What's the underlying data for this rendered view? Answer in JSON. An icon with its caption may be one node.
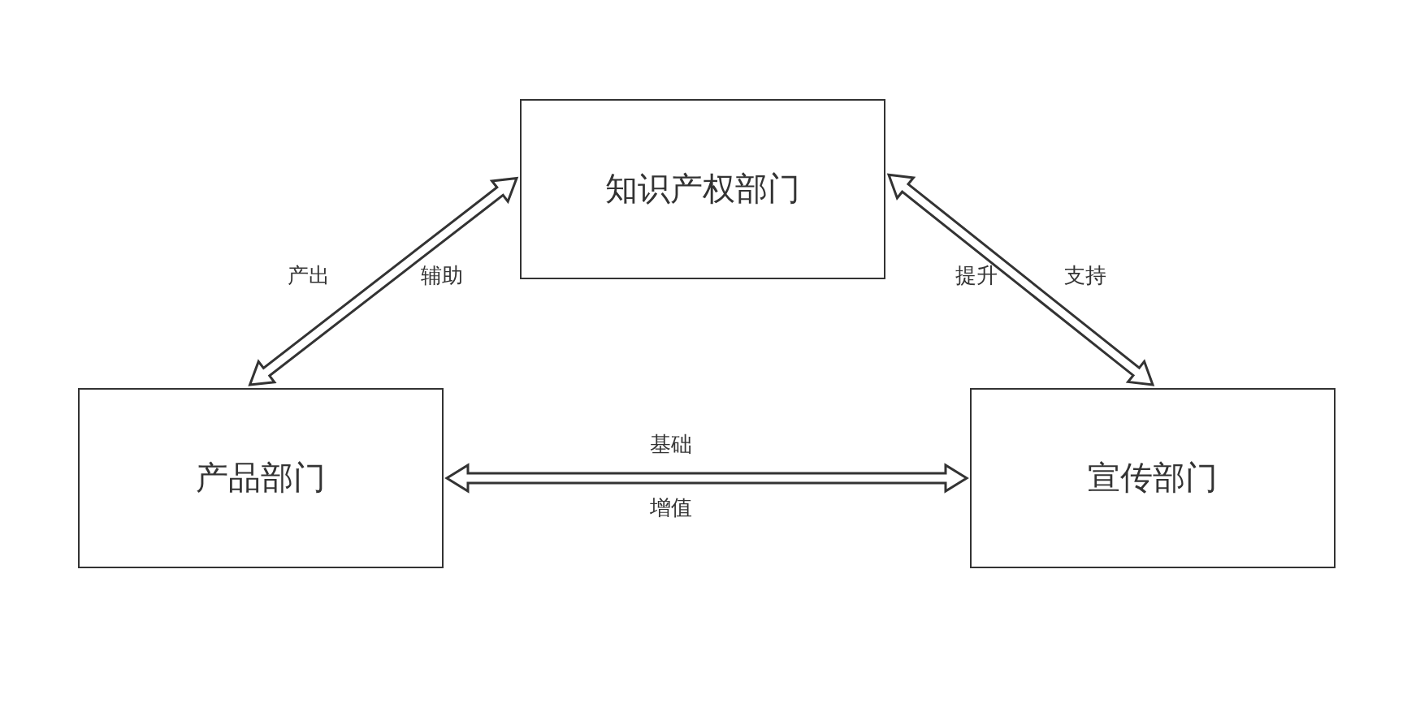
{
  "diagram": {
    "nodes": [
      {
        "text": [
          "知识产权部门"
        ]
      },
      {
        "text": [
          "产品部门"
        ]
      },
      {
        "text": [
          "宣传部门"
        ]
      }
    ],
    "edges": [
      {
        "from": 0,
        "to": 1,
        "arrow": "both"
      },
      {
        "from": 0,
        "to": 2,
        "arrow": "both"
      },
      {
        "from": 1,
        "to": 2,
        "arrow": "both"
      }
    ],
    "labels": [
      "产出",
      "辅助",
      "提升",
      "支持",
      "基础",
      "增值"
    ]
  }
}
